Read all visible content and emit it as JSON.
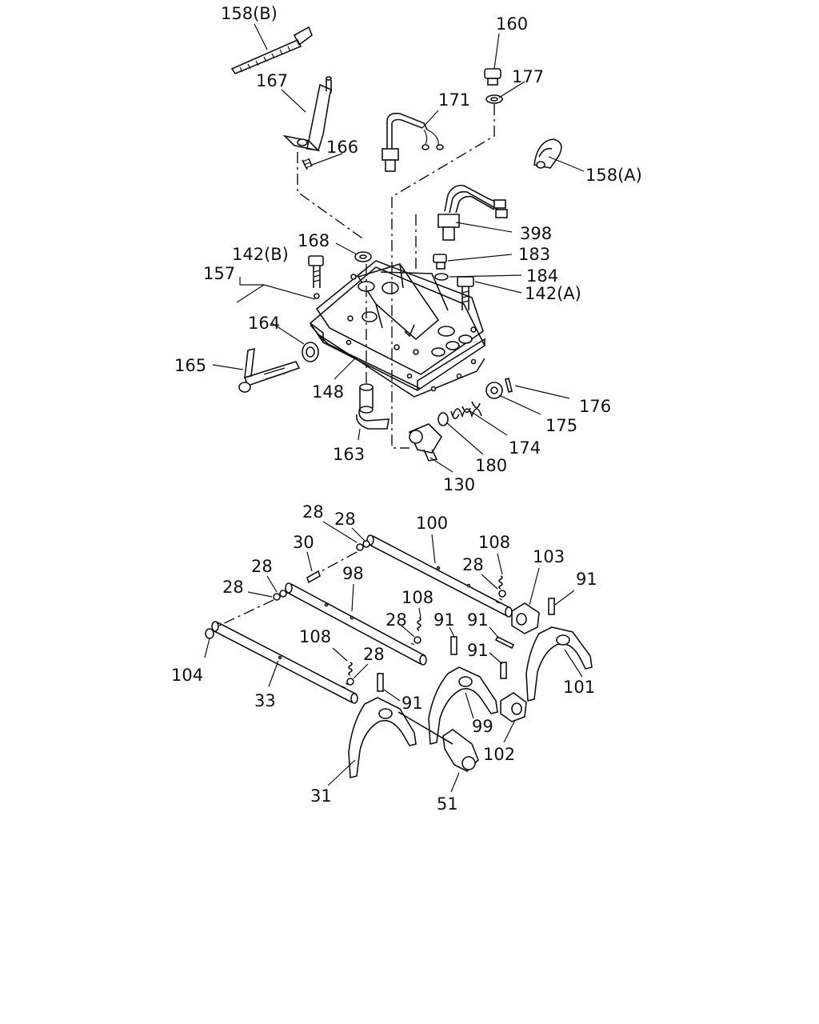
{
  "labels": {
    "l158b": "158(B)",
    "l160": "160",
    "l177": "177",
    "l167": "167",
    "l171": "171",
    "l166": "166",
    "l158a": "158(A)",
    "l398": "398",
    "l168": "168",
    "l142b": "142(B)",
    "l183": "183",
    "l157": "157",
    "l184": "184",
    "l142a": "142(A)",
    "l164": "164",
    "l165": "165",
    "l148": "148",
    "l176": "176",
    "l175": "175",
    "l174": "174",
    "l163": "163",
    "l180": "180",
    "l130": "130",
    "l28a": "28",
    "l28b": "28",
    "l100": "100",
    "l30": "30",
    "l108a": "108",
    "l28c": "28",
    "l103": "103",
    "l91a": "91",
    "l28d": "28",
    "l98": "98",
    "l108b": "108",
    "l28e": "28",
    "l91b": "91",
    "l91c": "91",
    "l108c": "108",
    "l104": "104",
    "l28f": "28",
    "l91d": "91",
    "l33": "33",
    "l91e": "91",
    "l101": "101",
    "l99": "99",
    "l102": "102",
    "l31": "31",
    "l51": "51"
  }
}
